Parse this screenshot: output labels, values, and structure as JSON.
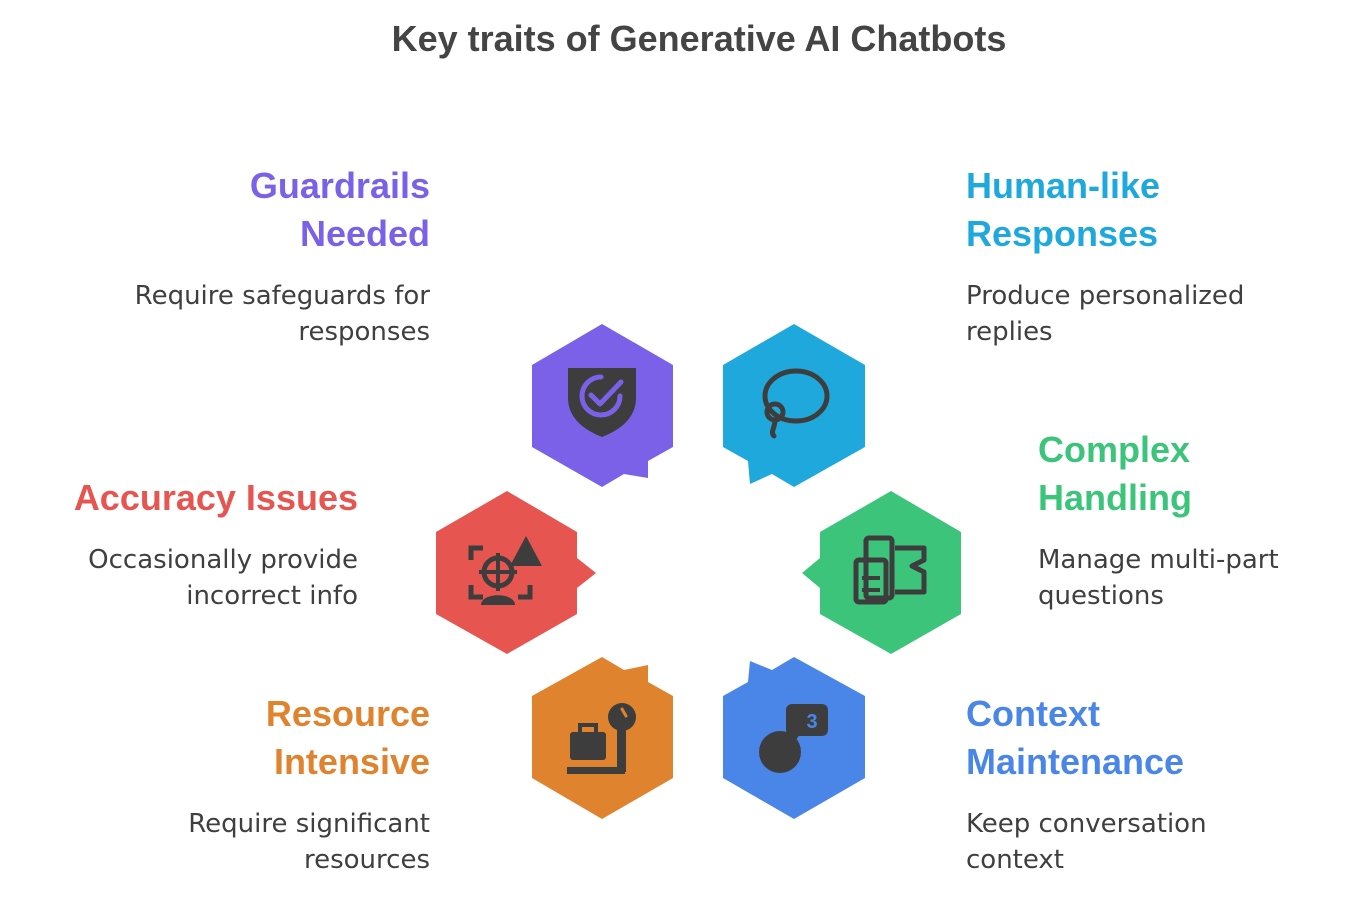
{
  "title": "Key traits of Generative AI Chatbots",
  "colors": {
    "guardrails": "#7B61E8",
    "human_like": "#1FA8DB",
    "complex": "#3CC47A",
    "context": "#4A86E8",
    "resource": "#E0832E",
    "accuracy": "#E65550",
    "icon": "#3d3d3d"
  },
  "traits": {
    "guardrails": {
      "title_line1": "Guardrails",
      "title_line2": "Needed",
      "desc_line1": "Require safeguards for",
      "desc_line2": "responses",
      "icon": "shield-check-icon"
    },
    "human_like": {
      "title_line1": "Human-like",
      "title_line2": "Responses",
      "desc_line1": "Produce personalized",
      "desc_line2": "replies",
      "icon": "speech-bubble-icon"
    },
    "complex": {
      "title_line1": "Complex",
      "title_line2": "Handling",
      "desc_line1": "Manage multi-part",
      "desc_line2": "questions",
      "icon": "puzzle-document-icon"
    },
    "context": {
      "title_line1": "Context",
      "title_line2": "Maintenance",
      "desc_line1": "Keep conversation",
      "desc_line2": "context",
      "icon": "chat-count-icon",
      "badge": "3"
    },
    "resource": {
      "title_line1": "Resource",
      "title_line2": "Intensive",
      "desc_line1": "Require significant",
      "desc_line2": "resources",
      "icon": "briefcase-scale-icon"
    },
    "accuracy": {
      "title_line1": "Accuracy Issues",
      "desc_line1": "Occasionally provide",
      "desc_line2": "incorrect info",
      "icon": "target-warning-icon"
    }
  }
}
